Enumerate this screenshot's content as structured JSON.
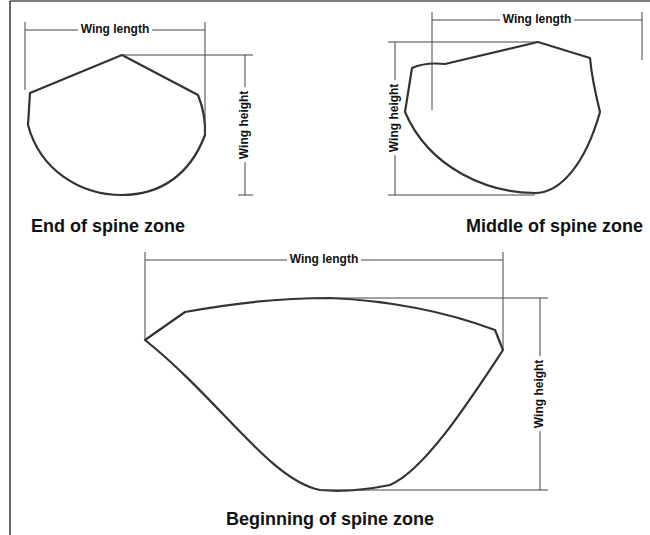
{
  "diagram": {
    "labels": [
      "Wing length",
      "Wing height",
      "End of spine zone",
      "Wing length",
      "Wing height",
      "Middle of spine zone",
      "Wing length",
      "Wing height",
      "Beginning of spine zone"
    ]
  }
}
